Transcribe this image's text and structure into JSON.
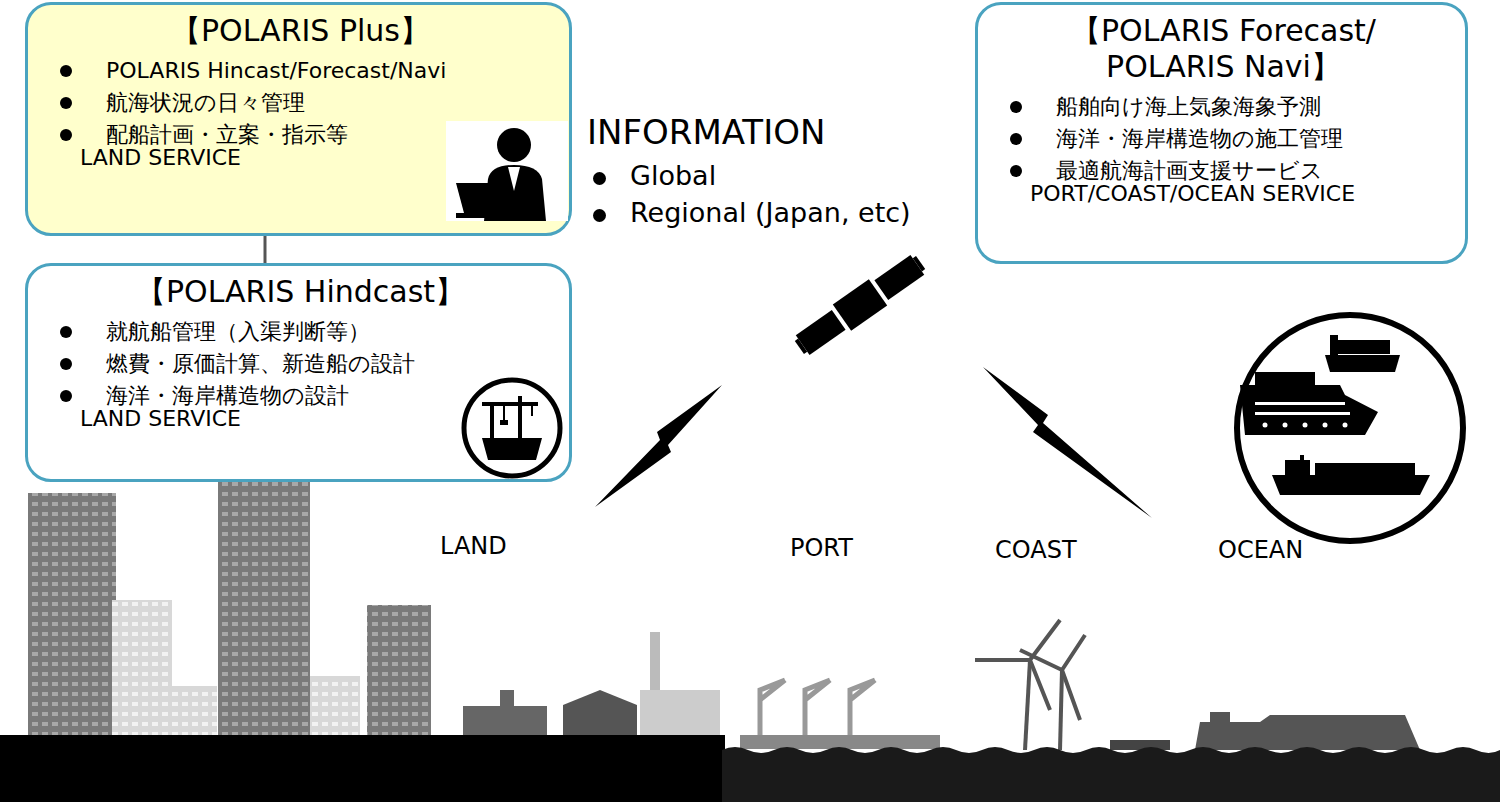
{
  "diagram": {
    "nodes": [
      {
        "text": [
          "【POLARIS Plus】",
          "POLARIS Hincast/Forecast/Navi",
          "航海状況の日々管理",
          "配船計画・立案・指示等",
          "LAND SERVICE"
        ]
      },
      {
        "text": [
          "【POLARIS Hindcast】",
          "就航船管理（入渠判断等）",
          "燃費・原価計算、新造船の設計",
          "海洋・海岸構造物の設計",
          "LAND SERVICE"
        ]
      },
      {
        "text": [
          "【POLARIS Forecast/ POLARIS Navi】",
          "船舶向け海上気象海象予測",
          "海洋・海岸構造物の施工管理",
          "最適航海計画支援サービス",
          "PORT/COAST/OCEAN SERVICE"
        ]
      }
    ],
    "edges": [
      {
        "from": 0,
        "to": 1,
        "arrow": "none"
      }
    ],
    "labels": [
      "INFORMATION",
      "Global",
      "Regional (Japan, etc)",
      "LAND",
      "PORT",
      "COAST",
      "OCEAN"
    ]
  }
}
